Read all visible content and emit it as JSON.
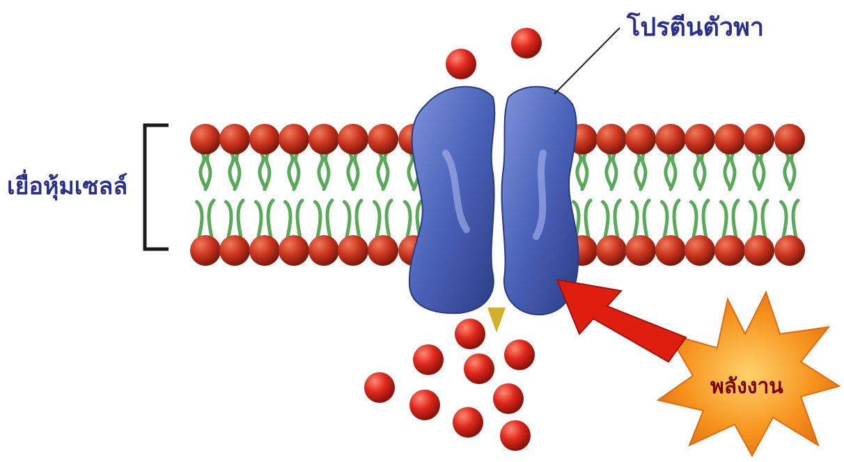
{
  "labels": {
    "membrane": "เยื่อหุ้มเซลล์",
    "carrier_protein": "โปรตีนตัวพา",
    "energy": "พลังงาน"
  },
  "colors": {
    "phospholipid_head": "#c8321e",
    "lipid_tail": "#5aa85a",
    "protein": "#4a62b8",
    "molecule": "#e0281e",
    "transport_arrow": "#e0c23a",
    "energy_arrow": "#e01e10",
    "energy_burst": "#f7931e",
    "label_text": "#2b2f8c",
    "energy_text": "#7a0000"
  },
  "icons": {
    "bracket": "membrane-bracket",
    "burst": "energy-starburst"
  }
}
